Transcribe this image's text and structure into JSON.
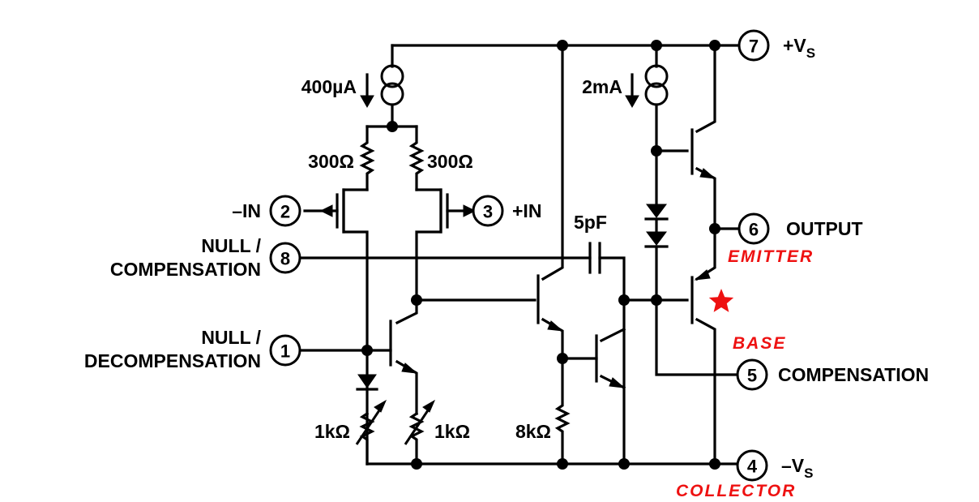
{
  "pins": {
    "p1": {
      "number": "1",
      "label_line1": "NULL /",
      "label_line2": "DECOMPENSATION"
    },
    "p2": {
      "number": "2",
      "label": "–IN"
    },
    "p3": {
      "number": "3",
      "label": "+IN"
    },
    "p4": {
      "number": "4",
      "label": "–V",
      "sub": "S"
    },
    "p5": {
      "number": "5",
      "label": "COMPENSATION"
    },
    "p6": {
      "number": "6",
      "label": "OUTPUT"
    },
    "p7": {
      "number": "7",
      "label": "+V",
      "sub": "S"
    },
    "p8": {
      "number": "8",
      "label_line1": "NULL /",
      "label_line2": "COMPENSATION"
    }
  },
  "components": {
    "current_source_left": "400µA",
    "current_source_right": "2mA",
    "resistor_left_top": "300Ω",
    "resistor_right_top": "300Ω",
    "trim_resistor_left": "1kΩ",
    "trim_resistor_right": "1kΩ",
    "resistor_8k": "8kΩ",
    "capacitor": "5pF"
  },
  "annotations": {
    "emitter": "EMITTER",
    "base": "BASE",
    "collector": "COLLECTOR",
    "star_color": "#ee1111"
  }
}
